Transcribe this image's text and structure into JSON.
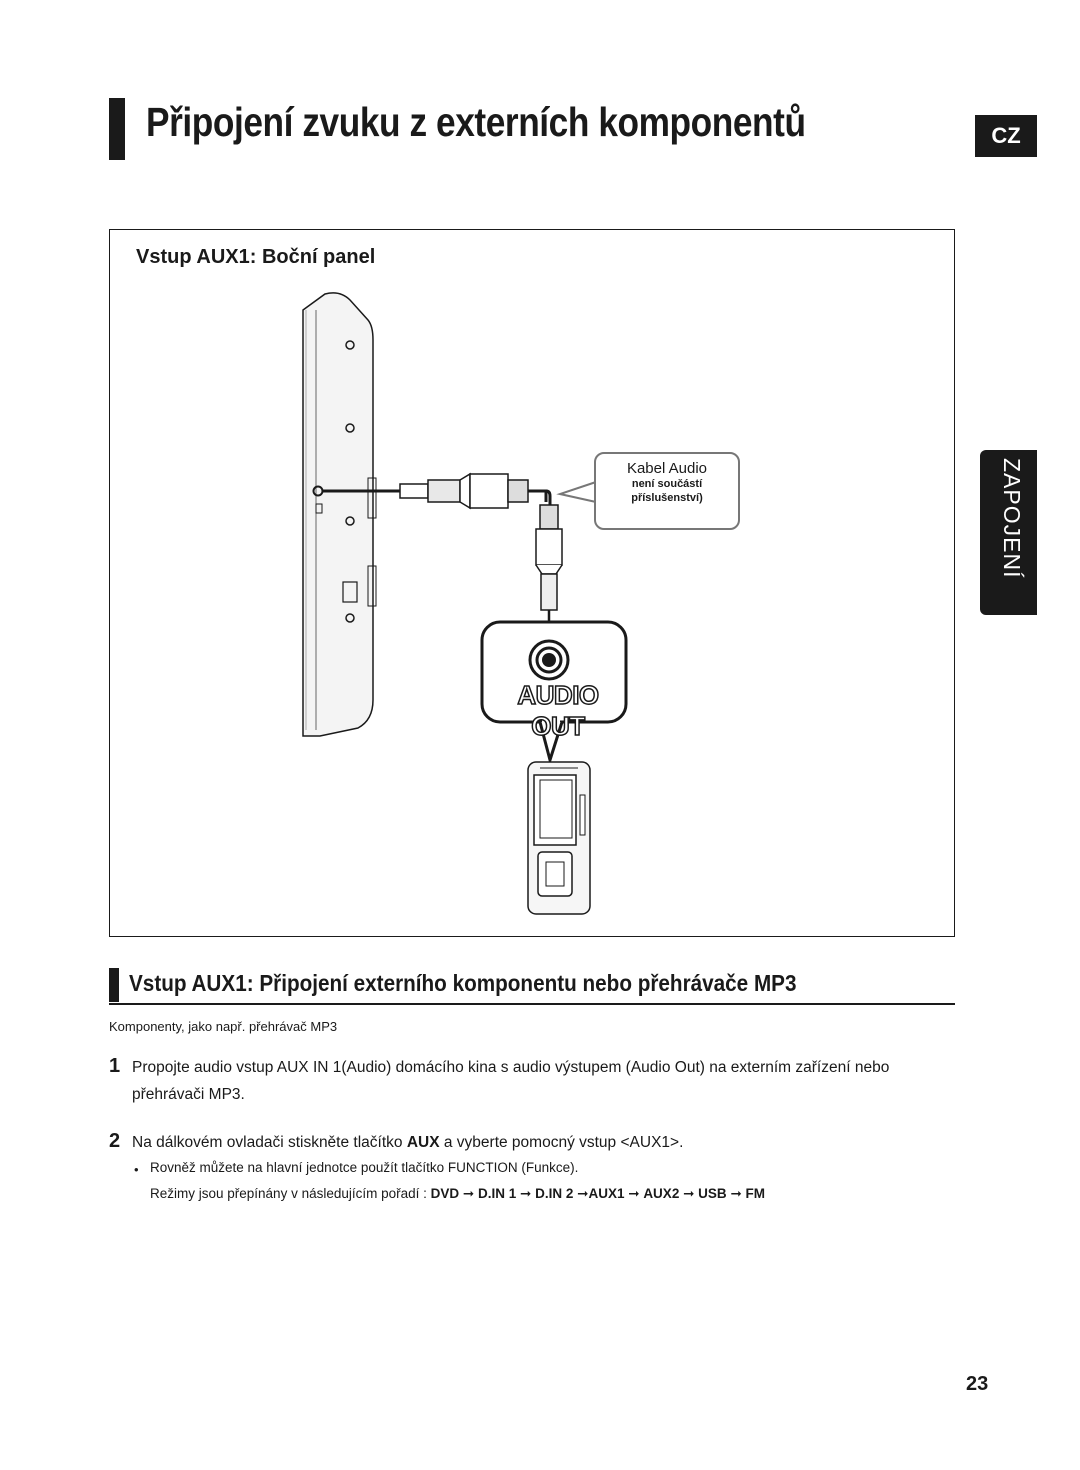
{
  "header": {
    "title": "Připojení zvuku z externích komponentů",
    "language_badge": "CZ"
  },
  "side_tab": {
    "label": "ZAPOJENÍ"
  },
  "figure": {
    "title": "Vstup AUX1: Boční panel",
    "callout": {
      "cable": "Kabel Audio",
      "note_line1": "není součástí",
      "note_line2": "příslušenství)"
    },
    "audio_out_label": "AUDIO OUT"
  },
  "section": {
    "title": "Vstup AUX1: Připojení externího komponentu nebo přehrávače MP3",
    "intro": "Komponenty, jako např. přehrávač MP3",
    "steps": [
      {
        "number": "1",
        "line1": "Propojte audio vstup AUX IN 1(Audio) domácího kina s audio výstupem (Audio Out) na externím zařízení nebo",
        "line2": "přehrávači MP3."
      },
      {
        "number": "2",
        "prefix": "Na dálkovém ovladači stiskněte tlačítko ",
        "bold": "AUX",
        "suffix": " a vyberte pomocný vstup <AUX1>."
      }
    ],
    "bullet": "Rovněž můžete na hlavní jednotce použít tlačítko FUNCTION (Funkce).",
    "modes_prefix": "Režimy jsou přepínány v následujícím pořadí : ",
    "modes": [
      "DVD",
      "D.IN 1",
      "D.IN 2",
      "AUX1",
      "AUX2",
      "USB",
      "FM"
    ],
    "arrow": "➞"
  },
  "page_number": "23"
}
